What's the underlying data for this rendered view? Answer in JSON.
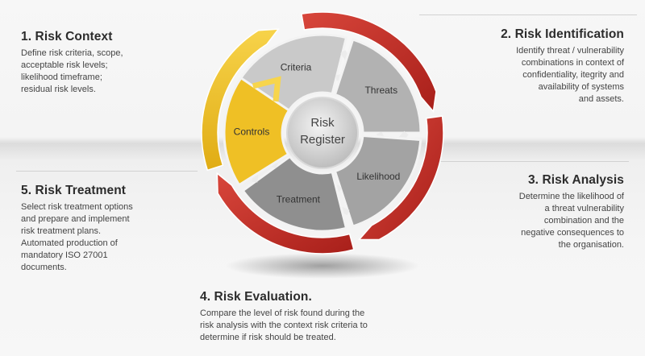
{
  "steps": [
    {
      "id": "context",
      "title": "1. Risk Context",
      "lines": [
        "Define risk criteria, scope,",
        "acceptable risk levels;",
        "likelihood timeframe;",
        "residual risk levels."
      ]
    },
    {
      "id": "identification",
      "title": "2. Risk Identification",
      "lines": [
        "Identify threat / vulnerability",
        "combinations in context of",
        "confidentiality, itegrity and",
        "availability of systems",
        "and assets."
      ]
    },
    {
      "id": "analysis",
      "title": "3. Risk Analysis",
      "lines": [
        "Determine the  likelihood  of",
        "a threat vulnerability",
        "combination and the",
        "negative consequences to",
        "the organisation."
      ]
    },
    {
      "id": "evaluation",
      "title": "4. Risk Evaluation.",
      "lines": [
        "Compare the level of risk found during the",
        "risk analysis with the context risk criteria to",
        "determine  if risk should be treated."
      ]
    },
    {
      "id": "treatment",
      "title": "5. Risk Treatment",
      "lines": [
        "Select risk treatment options",
        "and prepare and implement",
        "risk treatment plans.",
        "Automated production of",
        "mandatory ISO 27001",
        "documents."
      ]
    }
  ],
  "cycle": {
    "center": [
      "Risk",
      "Register"
    ],
    "segments": [
      "Criteria",
      "Threats",
      "Likelihood",
      "Treatment",
      "Controls"
    ]
  },
  "colors": {
    "ring_red": "#c8302a",
    "ring_yellow": "#f2c523",
    "segment_grey": "#9a9a9a",
    "controls_yellow": "#efc025"
  }
}
